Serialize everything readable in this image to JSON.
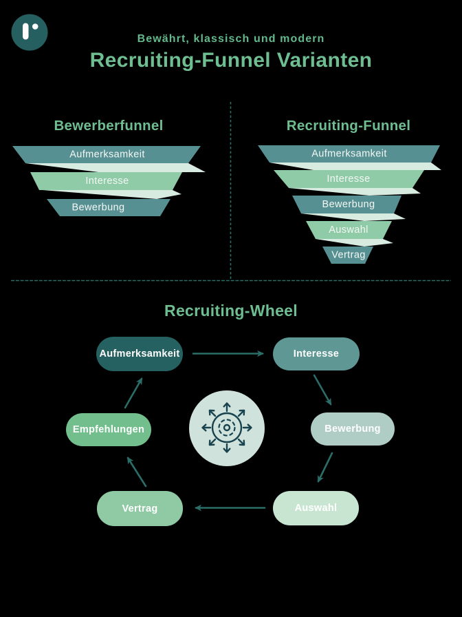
{
  "header": {
    "subtitle": "Bewährt, klassisch und modern",
    "title": "Recruiting-Funnel Varianten"
  },
  "funnels": {
    "left": {
      "title": "Bewerberfunnel",
      "stages": [
        "Aufmerksamkeit",
        "Interesse",
        "Bewerbung"
      ]
    },
    "right": {
      "title": "Recruiting-Funnel",
      "stages": [
        "Aufmerksamkeit",
        "Interesse",
        "Bewerbung",
        "Auswahl",
        "Vertrag"
      ]
    }
  },
  "wheel": {
    "title": "Recruiting-Wheel",
    "nodes": [
      "Aufmerksamkeit",
      "Interesse",
      "Bewerbung",
      "Auswahl",
      "Vertrag",
      "Empfehlungen"
    ],
    "flow": [
      "Aufmerksamkeit → Interesse",
      "Interesse → Bewerbung",
      "Bewerbung → Auswahl",
      "Auswahl → Vertrag",
      "Vertrag → Empfehlungen",
      "Empfehlungen → Aufmerksamkeit"
    ],
    "center_icon": "hub-with-radiating-arrows-icon"
  },
  "icons": {
    "logo": "r-monogram-logo"
  },
  "colors": {
    "background": "#000000",
    "title_green": "#6FBE92",
    "subtitle_green": "#64B98C",
    "funnel_teal": "#579092",
    "funnel_light_green": "#8FCBA7",
    "funnel_pale_mint": "#D8EBE0",
    "line_teal": "#2B6E68",
    "logo_teal": "#265F60",
    "hub_bg": "#CFE2DC",
    "hub_icon": "#17424E",
    "node_aufmerksamkeit": "#266161",
    "node_interesse": "#5E9793",
    "node_bewerbung": "#AFCCC5",
    "node_auswahl": "#C8E5D2",
    "node_vertrag": "#8FCAA5",
    "node_empfehlungen": "#72BF8D",
    "label_white": "#FFFFFF"
  }
}
